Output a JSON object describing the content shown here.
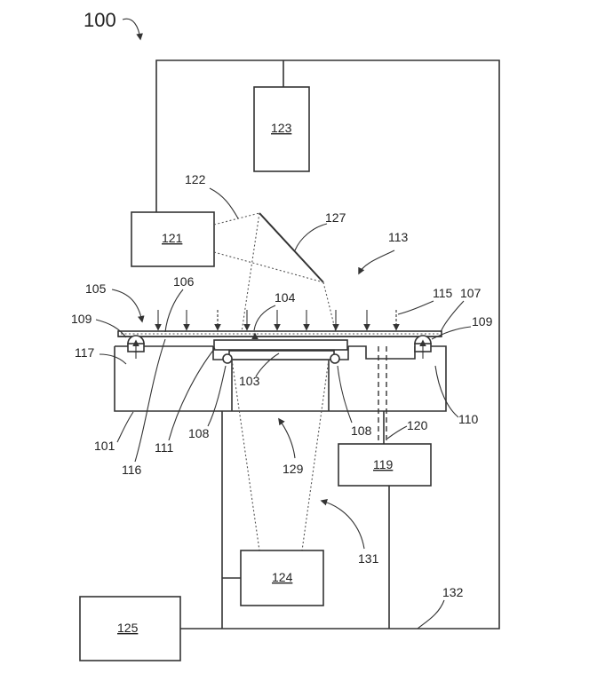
{
  "figure_number": "100",
  "boxes": {
    "b123": "123",
    "b121": "121",
    "b119": "119",
    "b124": "124",
    "b125": "125"
  },
  "labels": {
    "l122": "122",
    "l127": "127",
    "l113": "113",
    "l105": "105",
    "l106": "106",
    "l104": "104",
    "l115": "115",
    "l107": "107",
    "l109a": "109",
    "l109b": "109",
    "l117": "117",
    "l103": "103",
    "l110": "110",
    "l101": "101",
    "l116": "116",
    "l111": "111",
    "l108a": "108",
    "l108b": "108",
    "l120": "120",
    "l129": "129",
    "l131": "131",
    "l132": "132"
  }
}
